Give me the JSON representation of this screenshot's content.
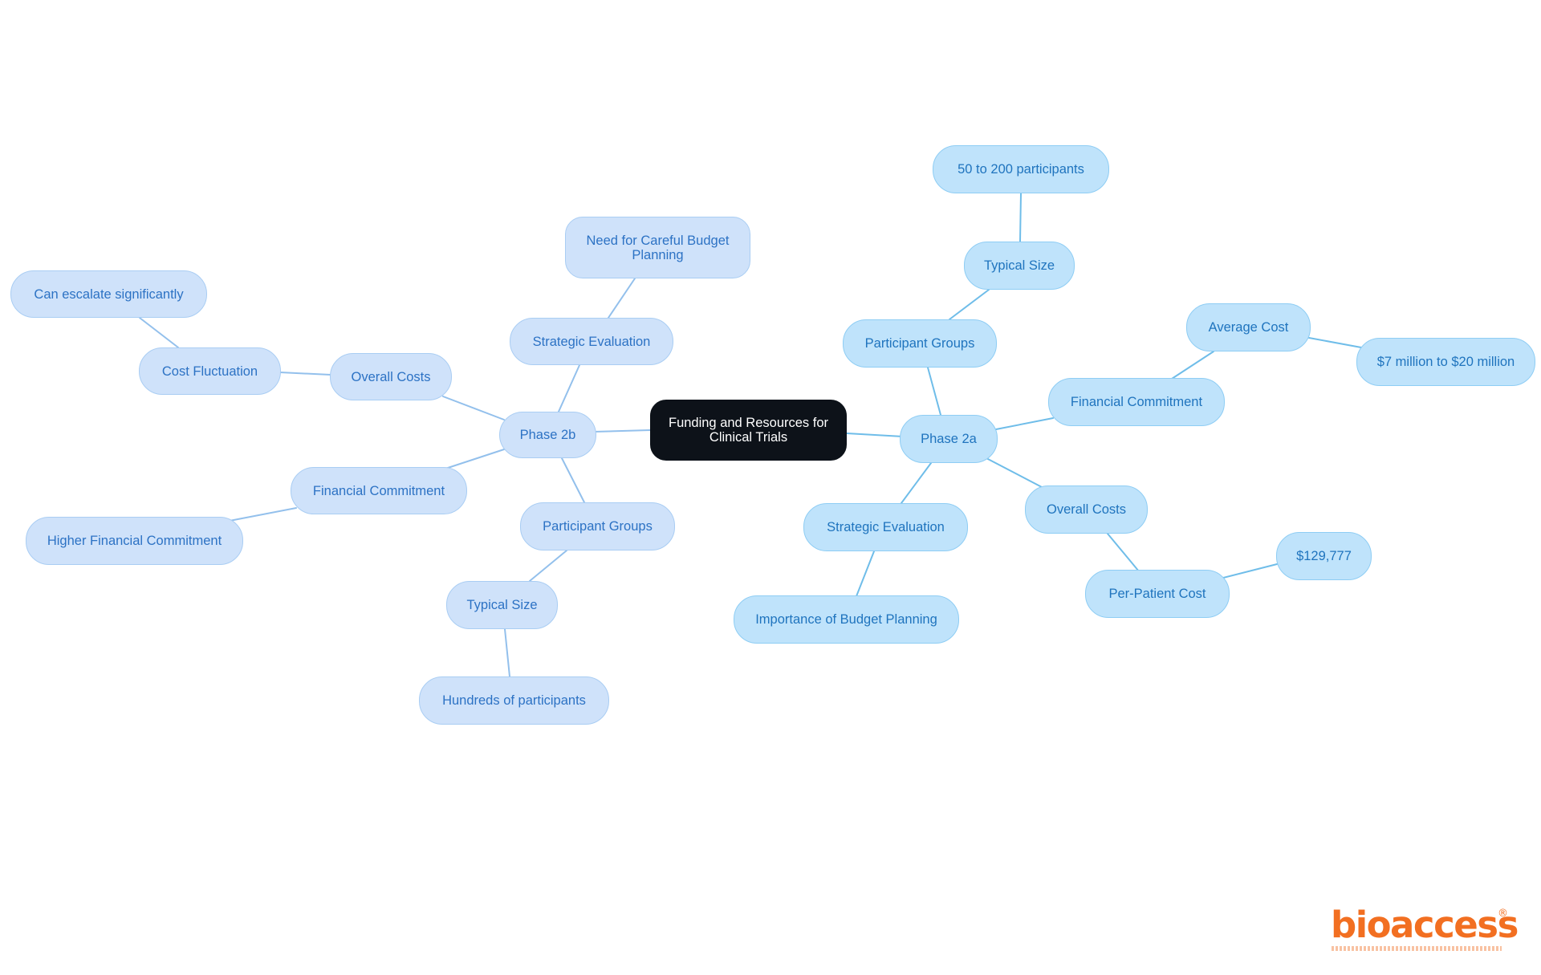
{
  "diagram": {
    "center": {
      "label": "Funding and Resources for Clinical Trials"
    },
    "branches": [
      {
        "id": "phase-2b",
        "label": "Phase 2b",
        "children": [
          {
            "label": "Strategic Evaluation",
            "children": [
              {
                "label": "Need for Careful Budget Planning"
              }
            ]
          },
          {
            "label": "Overall Costs",
            "children": [
              {
                "label": "Cost Fluctuation",
                "children": [
                  {
                    "label": "Can escalate significantly"
                  }
                ]
              }
            ]
          },
          {
            "label": "Financial Commitment",
            "children": [
              {
                "label": "Higher Financial Commitment"
              }
            ]
          },
          {
            "label": "Participant Groups",
            "children": [
              {
                "label": "Typical Size",
                "children": [
                  {
                    "label": "Hundreds of participants"
                  }
                ]
              }
            ]
          }
        ]
      },
      {
        "id": "phase-2a",
        "label": "Phase 2a",
        "children": [
          {
            "label": "Participant Groups",
            "children": [
              {
                "label": "Typical Size",
                "children": [
                  {
                    "label": "50 to 200 participants"
                  }
                ]
              }
            ]
          },
          {
            "label": "Financial Commitment",
            "children": [
              {
                "label": "Average Cost",
                "children": [
                  {
                    "label": "$7 million to $20 million"
                  }
                ]
              }
            ]
          },
          {
            "label": "Overall Costs",
            "children": [
              {
                "label": "Per-Patient Cost",
                "children": [
                  {
                    "label": "$129,777"
                  }
                ]
              }
            ]
          },
          {
            "label": "Strategic Evaluation",
            "children": [
              {
                "label": "Importance of Budget Planning"
              }
            ]
          }
        ]
      }
    ]
  },
  "logo": {
    "wordmark": "bioaccess",
    "registered_mark": "®"
  },
  "colors": {
    "center_fill": "#0d1219",
    "left_fill": "#cfe2fa",
    "left_border": "#a9cdf3",
    "left_text": "#2c72c4",
    "right_fill": "#bfe3fb",
    "right_border": "#8ecdf4",
    "right_text": "#1f74be",
    "edge_left": "#93c0ec",
    "edge_right": "#6fbde9",
    "logo": "#f26f21"
  }
}
